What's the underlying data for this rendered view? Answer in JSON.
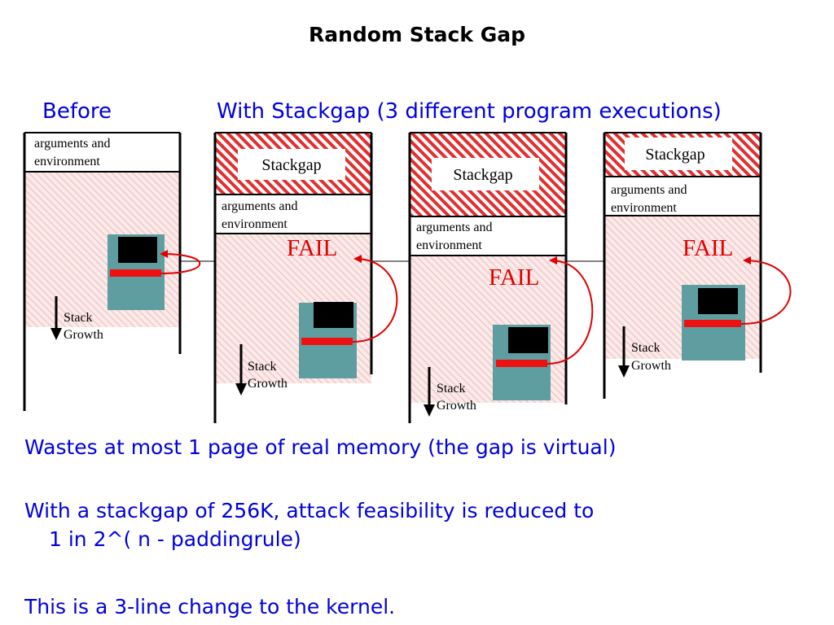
{
  "title": "Random Stack Gap",
  "headings": {
    "before": "Before",
    "with_stackgap": "With Stackgap  (3 different program executions)"
  },
  "labels": {
    "args_line1": "arguments and",
    "args_line2": "environment",
    "stackgap": "Stackgap",
    "fail": "FAIL",
    "stack_line1": "Stack",
    "stack_line2": "Growth"
  },
  "bullets": {
    "b1": "Wastes at most 1 page of real memory (the gap is virtual)",
    "b2_line1": "With a stackgap of 256K, attack feasibility is reduced to",
    "b2_line2": "1 in 2^( n - paddingrule)",
    "b3": "This is a 3-line change to the kernel."
  },
  "colors": {
    "text_blue": "#0000dd",
    "fail_red": "#e00000",
    "frame_teal": "#5f9ea0",
    "hatch_red": "#e03030",
    "region_pink": "#f6dede"
  }
}
